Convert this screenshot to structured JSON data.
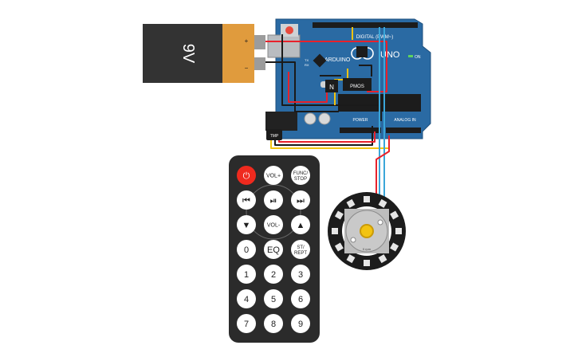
{
  "battery": {
    "label": "9V",
    "plus": "+",
    "minus": "−"
  },
  "arduino": {
    "brand": "ARDUINO",
    "model": "UNO",
    "digital_header": "DIGITAL (PWM~)",
    "analog_header": "ANALOG IN",
    "power_header": "POWER",
    "on_label": "ON",
    "tx_label": "TX",
    "rx_label": "RX"
  },
  "chips": {
    "nmos": "N",
    "pmos": "PMOS"
  },
  "sensor": {
    "label": "TMP"
  },
  "remote": {
    "buttons": [
      {
        "id": "power",
        "label": "⏻",
        "color": "#ef2a1e"
      },
      {
        "id": "vol-up",
        "label": "VOL+"
      },
      {
        "id": "func-stop",
        "label": "FUNC/\nSTOP"
      },
      {
        "id": "prev",
        "label": "⏮"
      },
      {
        "id": "play-pause",
        "label": "⏯"
      },
      {
        "id": "next",
        "label": "⏭"
      },
      {
        "id": "down",
        "label": "▼"
      },
      {
        "id": "vol-down",
        "label": "VOL-"
      },
      {
        "id": "up",
        "label": "▲"
      },
      {
        "id": "zero",
        "label": "0"
      },
      {
        "id": "eq",
        "label": "EQ"
      },
      {
        "id": "st-rept",
        "label": "ST/\nREPT"
      },
      {
        "id": "one",
        "label": "1"
      },
      {
        "id": "two",
        "label": "2"
      },
      {
        "id": "three",
        "label": "3"
      },
      {
        "id": "four",
        "label": "4"
      },
      {
        "id": "five",
        "label": "5"
      },
      {
        "id": "six",
        "label": "6"
      },
      {
        "id": "seven",
        "label": "7"
      },
      {
        "id": "eight",
        "label": "8"
      },
      {
        "id": "nine",
        "label": "9"
      }
    ]
  },
  "motor": {
    "label": "0 rpm"
  },
  "colors": {
    "board": "#2a6aa3",
    "wire_red": "#e8212b",
    "wire_black": "#1a1a1a",
    "wire_yellow": "#f2c311",
    "wire_blue": "#3aa6d9",
    "battery_body": "#333333",
    "battery_top": "#e09b3d"
  }
}
